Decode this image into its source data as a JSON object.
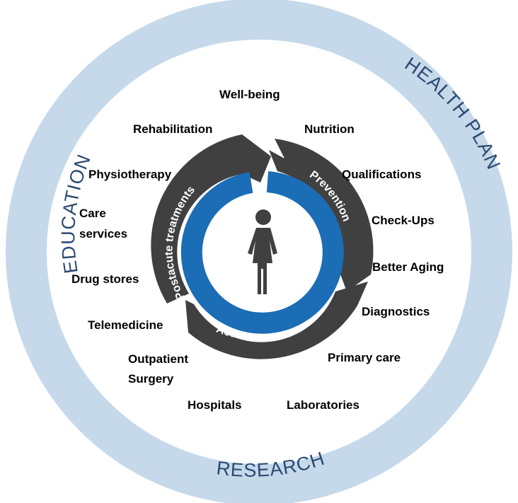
{
  "colors": {
    "outer_ring": "#c5d9ea",
    "outer_text": "#2b4a72",
    "arrow_ring": "#404040",
    "inner_ring": "#1b6db5",
    "person": "#404040"
  },
  "outer_ring_labels": {
    "education": "EDUCATION",
    "health_plan": "HEALTH PLAN",
    "research": "RESEARCH"
  },
  "arrow_labels": {
    "postacute": "Postacute treatments",
    "prevention": "Prevention",
    "acute": "Acute medical care"
  },
  "items": {
    "well_being": "Well-being",
    "rehabilitation": "Rehabilitation",
    "nutrition": "Nutrition",
    "physiotherapy": "Physiotherapy",
    "qualifications": "Qualifications",
    "care_line1": "Care",
    "care_line2": "services",
    "check_ups": "Check-Ups",
    "better_aging": "Better Aging",
    "drug_stores": "Drug stores",
    "diagnostics": "Diagnostics",
    "telemedicine": "Telemedicine",
    "primary_care": "Primary care",
    "outpatient_line1": "Outpatient",
    "outpatient_line2": "Surgery",
    "hospitals": "Hospitals",
    "laboratories": "Laboratories"
  },
  "center_icon": "person-icon"
}
